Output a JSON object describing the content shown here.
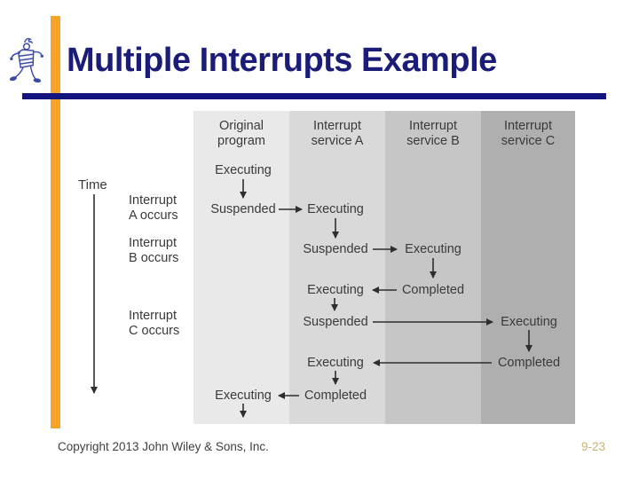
{
  "slide": {
    "title": "Multiple Interrupts Example",
    "footer": {
      "copyright": "Copyright 2013 John Wiley & Sons, Inc.",
      "page_number": "9-23"
    }
  },
  "diagram": {
    "time_label": "Time",
    "columns": [
      {
        "line1": "Original",
        "line2": "program"
      },
      {
        "line1": "Interrupt",
        "line2": "service A"
      },
      {
        "line1": "Interrupt",
        "line2": "service B"
      },
      {
        "line1": "Interrupt",
        "line2": "service C"
      }
    ],
    "events": [
      {
        "line1": "Interrupt",
        "line2": "A occurs"
      },
      {
        "line1": "Interrupt",
        "line2": "B occurs"
      },
      {
        "line1": "Interrupt",
        "line2": "C occurs"
      }
    ],
    "states": [
      {
        "label": "Executing"
      },
      {
        "label": "Suspended"
      },
      {
        "label": "Executing"
      },
      {
        "label": "Suspended"
      },
      {
        "label": "Executing"
      },
      {
        "label": "Executing"
      },
      {
        "label": "Completed"
      },
      {
        "label": "Suspended"
      },
      {
        "label": "Executing"
      },
      {
        "label": "Executing"
      },
      {
        "label": "Completed"
      },
      {
        "label": "Executing"
      },
      {
        "label": "Completed"
      }
    ]
  },
  "colors": {
    "title": "#1B1B78",
    "rule": "#14147E",
    "accent_bar": "#F6A425",
    "page_number": "#C9B478",
    "diagram_text": "#3A3A3A",
    "arrow": "#2E2E2E",
    "mascot": "#3C4BA8",
    "column_backgrounds": [
      "#E9E9E9",
      "#D9D9D9",
      "#C6C6C6",
      "#AFAFAF"
    ]
  }
}
